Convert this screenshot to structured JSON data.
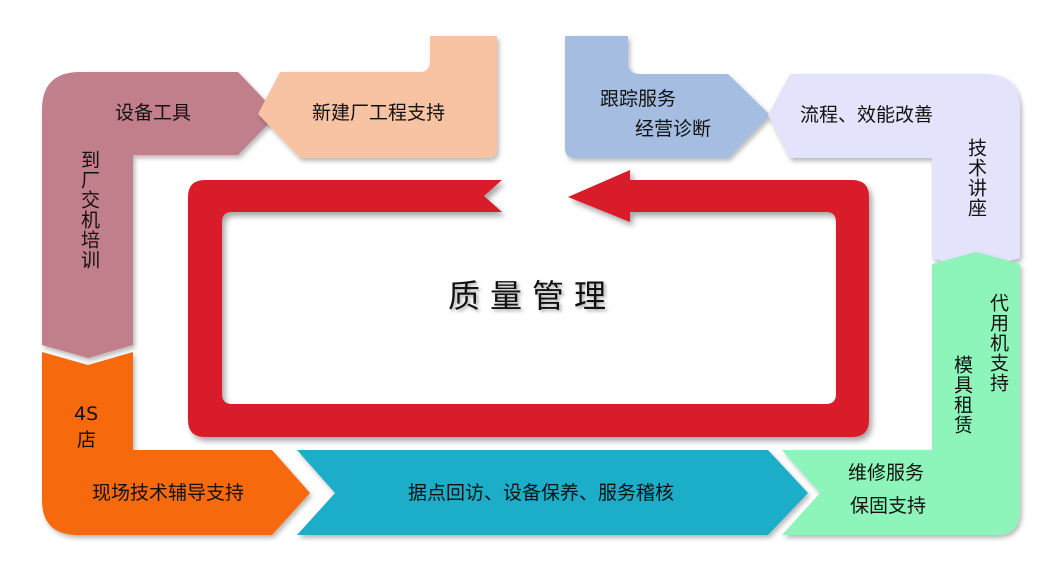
{
  "center": {
    "title": "质量管理"
  },
  "segments": {
    "equipment_tools": "设备工具",
    "new_plant_support": "新建厂工程支持",
    "tracking_service": "跟踪服务",
    "business_diagnosis": "经营诊断",
    "process_improvement": "流程、效能改善",
    "technical_lecture": "技术讲座",
    "substitute_machine": "代用机支持",
    "mold_rental": "模具租赁",
    "repair_service": "维修服务",
    "warranty_support": "保固支持",
    "site_visit": "据点回访、设备保养、服务稽核",
    "onsite_support": "现场技术辅导支持",
    "store_4s": "4S",
    "store_suffix": "店",
    "delivery_training": "到厂交机培训"
  },
  "colors": {
    "mauve": "#c07f8b",
    "peach": "#f8c3a2",
    "steel_blue": "#a5bde0",
    "lavender": "#e3e3fb",
    "mint": "#8ef5ba",
    "cyan": "#1fadc9",
    "orange": "#f66a0a",
    "cycle_red": "#d91f2b"
  }
}
